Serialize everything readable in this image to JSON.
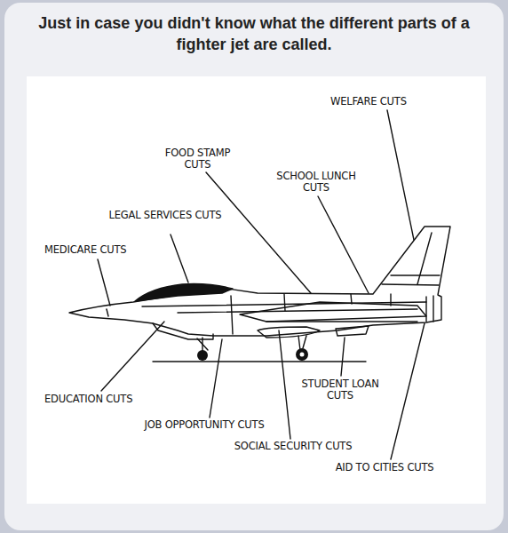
{
  "diagram": {
    "title": "Just in case you didn't know what the different parts of a fighter jet are called.",
    "labels": [
      "WELFARE CUTS",
      "FOOD STAMP CUTS",
      "SCHOOL LUNCH CUTS",
      "LEGAL SERVICES CUTS",
      "MEDICARE CUTS",
      "EDUCATION CUTS",
      "STUDENT LOAN CUTS",
      "JOB OPPORTUNITY CUTS",
      "SOCIAL SECURITY CUTS",
      "AID TO CITIES CUTS"
    ]
  }
}
